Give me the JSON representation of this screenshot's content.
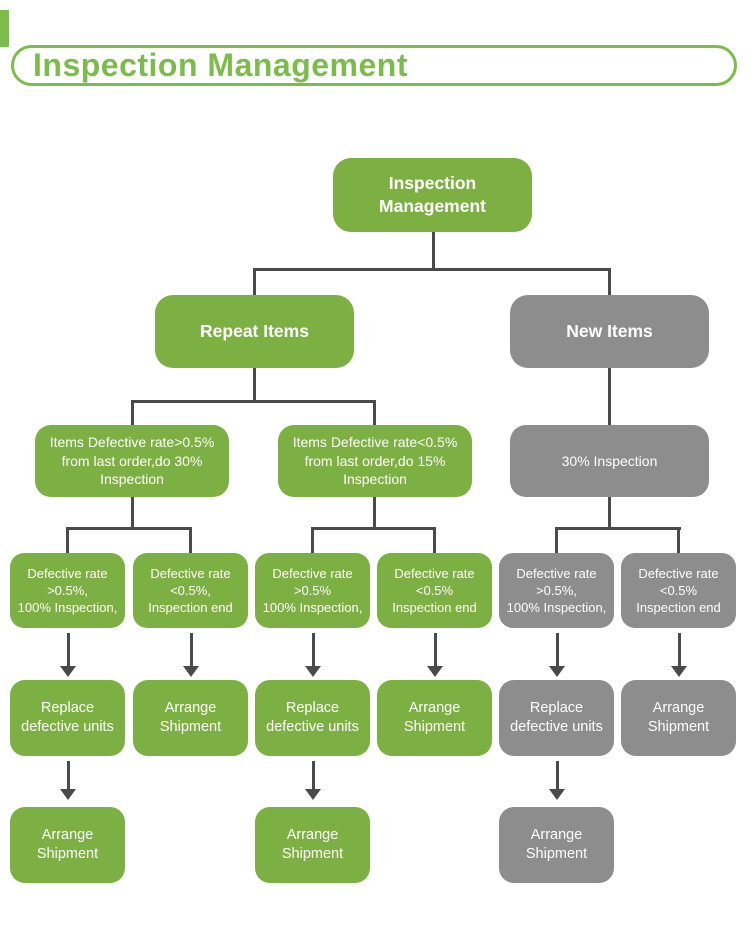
{
  "header": {
    "title": "Inspection Management"
  },
  "colors": {
    "green": "#7db042",
    "gray": "#8d8d8d",
    "header_green": "#7cbc4a",
    "line": "#4a4a4a",
    "box_text": "#ffffff"
  },
  "nodes": {
    "root": "Inspection\nManagement",
    "repeat_items": "Repeat Items",
    "new_items": "New Items",
    "repeat_high": "Items Defective rate>0.5%\nfrom last order,do 30%\nInspection",
    "repeat_low": "Items Defective rate<0.5%\nfrom last order,do 15%\nInspection",
    "new_inspect": "30% Inspection",
    "c1_cond": "Defective rate\n>0.5%,\n100% Inspection,",
    "c2_cond": "Defective rate\n<0.5%,\nInspection end",
    "c3_cond": "Defective rate\n>0.5%\n100% Inspection,",
    "c4_cond": "Defective rate\n<0.5%\nInspection end",
    "c5_cond": "Defective rate\n>0.5%,\n100% Inspection,",
    "c6_cond": "Defective rate\n<0.5%\nInspection end",
    "c1_action": "Replace\ndefective units",
    "c2_action": "Arrange\nShipment",
    "c3_action": "Replace\ndefective units",
    "c4_action": "Arrange\nShipment",
    "c5_action": "Replace\ndefective units",
    "c6_action": "Arrange\nShipment",
    "c1_final": "Arrange\nShipment",
    "c3_final": "Arrange\nShipment",
    "c5_final": "Arrange\nShipment"
  }
}
